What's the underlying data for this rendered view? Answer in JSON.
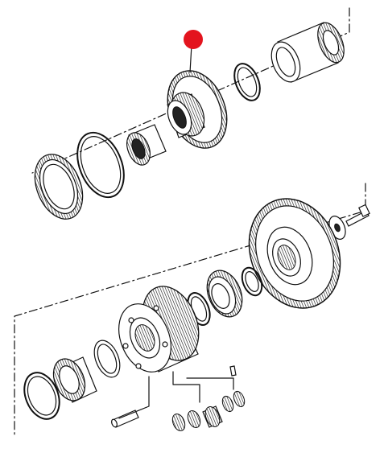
{
  "diagram": {
    "accent_color": "#e3141e",
    "line_color": "#111111",
    "background": "#ffffff",
    "highlight": {
      "shape": "dot",
      "color": "#e3141e"
    },
    "parts": [
      {
        "id": "sleeve",
        "icon": "sleeve-icon"
      },
      {
        "id": "snap-ring-upper-small",
        "icon": "snap-ring-icon"
      },
      {
        "id": "hub-gear",
        "icon": "gear-icon"
      },
      {
        "id": "needle-bearing-upper",
        "icon": "bearing-icon"
      },
      {
        "id": "snap-ring-upper-large",
        "icon": "snap-ring-icon"
      },
      {
        "id": "clutch-disc",
        "icon": "disc-icon"
      },
      {
        "id": "bolt",
        "icon": "bolt-icon"
      },
      {
        "id": "washer",
        "icon": "washer-icon"
      },
      {
        "id": "large-gear",
        "icon": "gear-icon"
      },
      {
        "id": "thrust-ring",
        "icon": "ring-icon"
      },
      {
        "id": "bearing-gear",
        "icon": "gear-icon"
      },
      {
        "id": "snap-ring-middle",
        "icon": "snap-ring-icon"
      },
      {
        "id": "planet-carrier",
        "icon": "carrier-icon"
      },
      {
        "id": "thrust-washer",
        "icon": "ring-icon"
      },
      {
        "id": "sun-gear",
        "icon": "gear-icon"
      },
      {
        "id": "snap-ring-lower",
        "icon": "snap-ring-icon"
      },
      {
        "id": "planet-pin",
        "icon": "pin-icon"
      },
      {
        "id": "planet-gear-set",
        "icon": "gear-icon"
      }
    ]
  }
}
